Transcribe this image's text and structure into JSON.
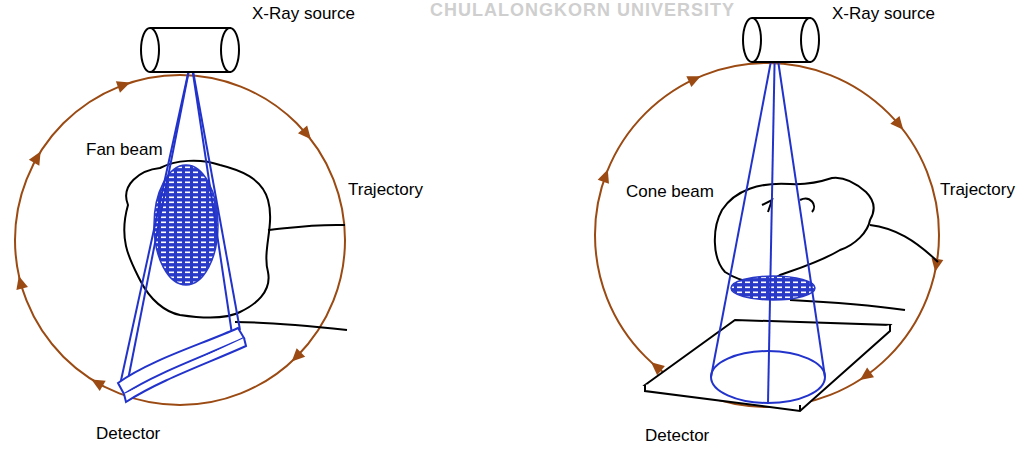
{
  "diagram": {
    "labels": [
      "CHULALONGKORN UNIVERSITY",
      "X-Ray source",
      "Fan beam",
      "Trajectory",
      "Detector",
      "X-Ray source",
      "Cone beam",
      "Trajectory",
      "Detector"
    ]
  }
}
